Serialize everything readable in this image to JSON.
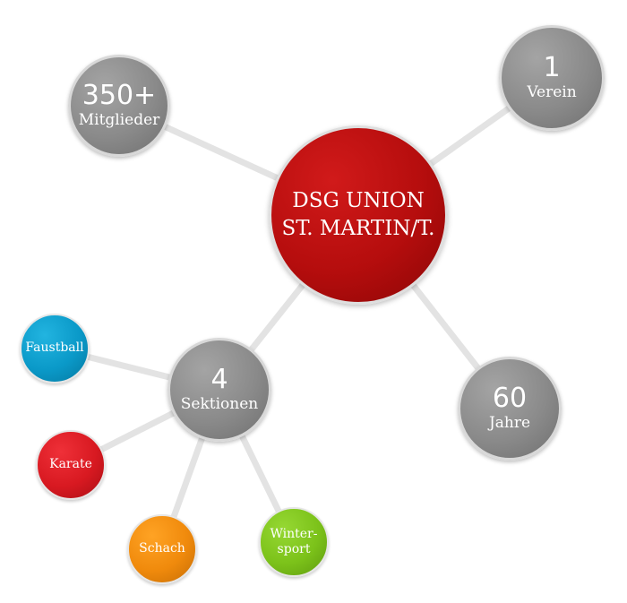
{
  "center": {
    "line1": "DSG UNION",
    "line2": "ST. MARTIN/T.",
    "color": "#c00d0d"
  },
  "stats": {
    "mitglieder": {
      "value": "350+",
      "label": "Mitglieder"
    },
    "verein": {
      "value": "1",
      "label": "Verein"
    },
    "jahre": {
      "value": "60",
      "label": "Jahre"
    },
    "sektionen": {
      "value": "4",
      "label": "Sektionen"
    }
  },
  "sections": {
    "faustball": {
      "label": "Faustball",
      "color": "#0a99c8"
    },
    "karate": {
      "label": "Karate",
      "color": "#d81921"
    },
    "schach": {
      "label": "Schach",
      "color": "#f08a0c"
    },
    "wintersport": {
      "line1": "Winter-",
      "line2": "sport",
      "color": "#7cc21a"
    }
  },
  "connector_color": "#e3e3e3"
}
